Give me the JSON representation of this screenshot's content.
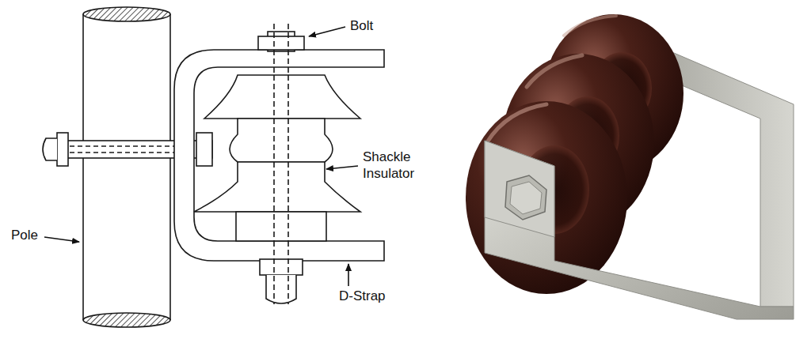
{
  "diagram": {
    "labels": [
      "Bolt",
      "Shackle Insulator",
      "Pole",
      "D-Strap"
    ]
  }
}
